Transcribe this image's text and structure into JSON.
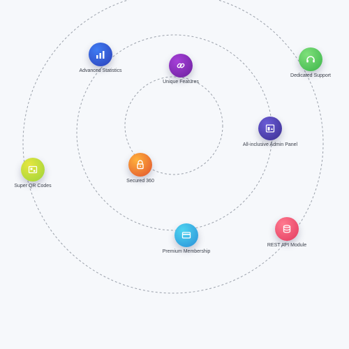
{
  "diagram": {
    "features": [
      {
        "label": "Advanced Statistics",
        "icon": "bar-chart-icon",
        "color_from": "#3f7cf3",
        "color_to": "#2c3fb8"
      },
      {
        "label": "Unique Features",
        "icon": "link-icon",
        "color_from": "#a640d8",
        "color_to": "#6a1f9c"
      },
      {
        "label": "Dedicated Support",
        "icon": "headset-icon",
        "color_from": "#7fe07b",
        "color_to": "#3cb44a"
      },
      {
        "label": "All-inclusive Admin Panel",
        "icon": "admin-panel-icon",
        "color_from": "#6a5bd6",
        "color_to": "#3a2f8f"
      },
      {
        "label": "Super QR Codes",
        "icon": "qr-code-icon",
        "color_from": "#e6e640",
        "color_to": "#9bd33a"
      },
      {
        "label": "Secured 360",
        "icon": "lock-icon",
        "color_from": "#ffb13b",
        "color_to": "#e0502e"
      },
      {
        "label": "Premium Membership",
        "icon": "card-icon",
        "color_from": "#4ed4f0",
        "color_to": "#2a8fd8"
      },
      {
        "label": "REST API Module",
        "icon": "database-icon",
        "color_from": "#ff7a8f",
        "color_to": "#e23a5f"
      }
    ],
    "colors": {
      "orbit_line": "#9aa0aa",
      "background": "#f6f8fb",
      "label_text": "#3a3f4a"
    }
  }
}
